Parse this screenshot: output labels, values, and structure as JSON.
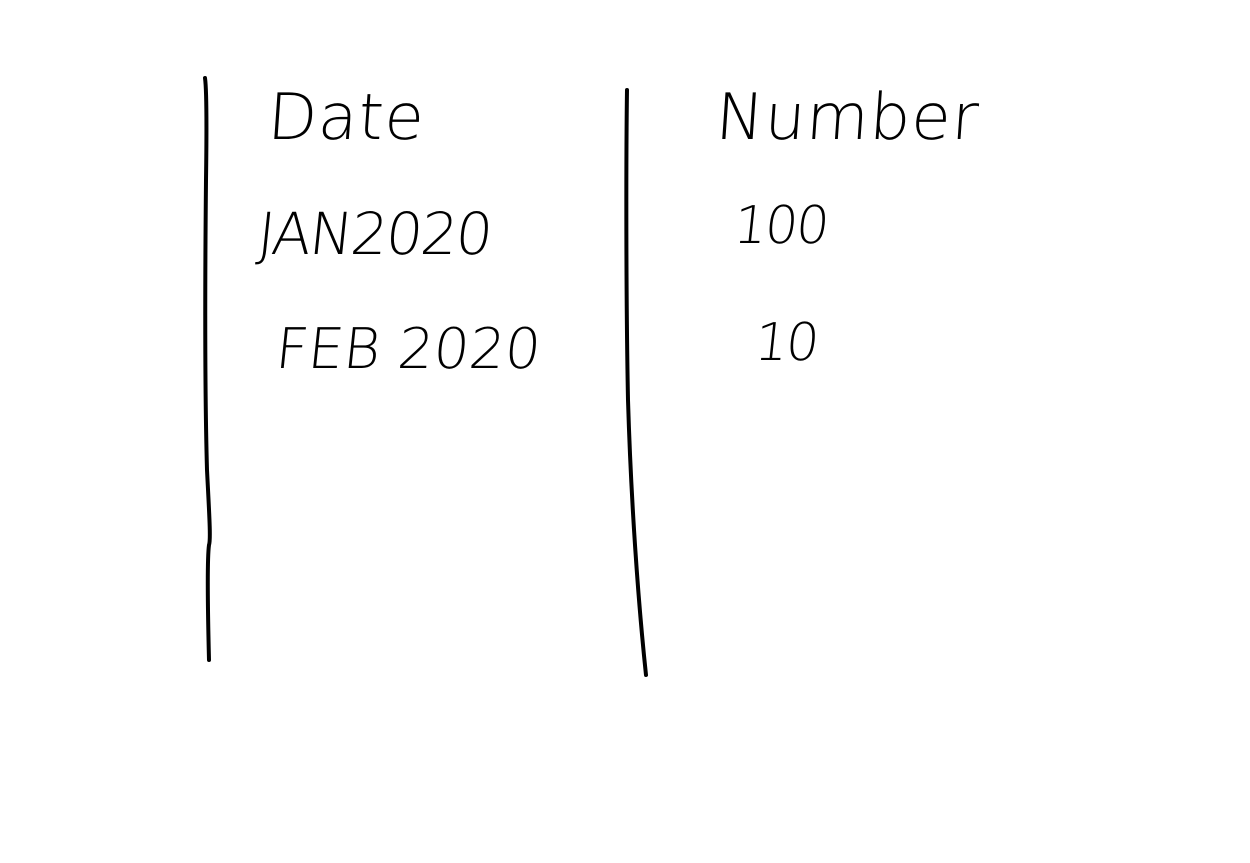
{
  "table": {
    "headers": [
      "Date",
      "Number"
    ],
    "rows": [
      [
        "JAN2020",
        "100"
      ],
      [
        "FEB 2020",
        "10"
      ]
    ]
  },
  "colors": {
    "ink": "#000000",
    "background": "#ffffff"
  }
}
